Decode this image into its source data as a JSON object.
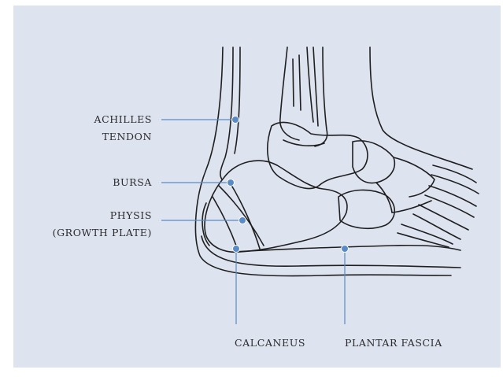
{
  "labels": {
    "achilles_line1": "ACHILLES",
    "achilles_line2": "TENDON",
    "bursa": "BURSA",
    "physis_line1": "PHYSIS",
    "physis_line2": "(GROWTH PLATE)",
    "calcaneus": "CALCANEUS",
    "plantar_fascia": "PLANTAR FASCIA"
  },
  "colors": {
    "background": "#dde3ef",
    "leader_line": "#5b8bc6",
    "marker_dot": "#5b8bc6",
    "ink": "#1f1f1f"
  }
}
